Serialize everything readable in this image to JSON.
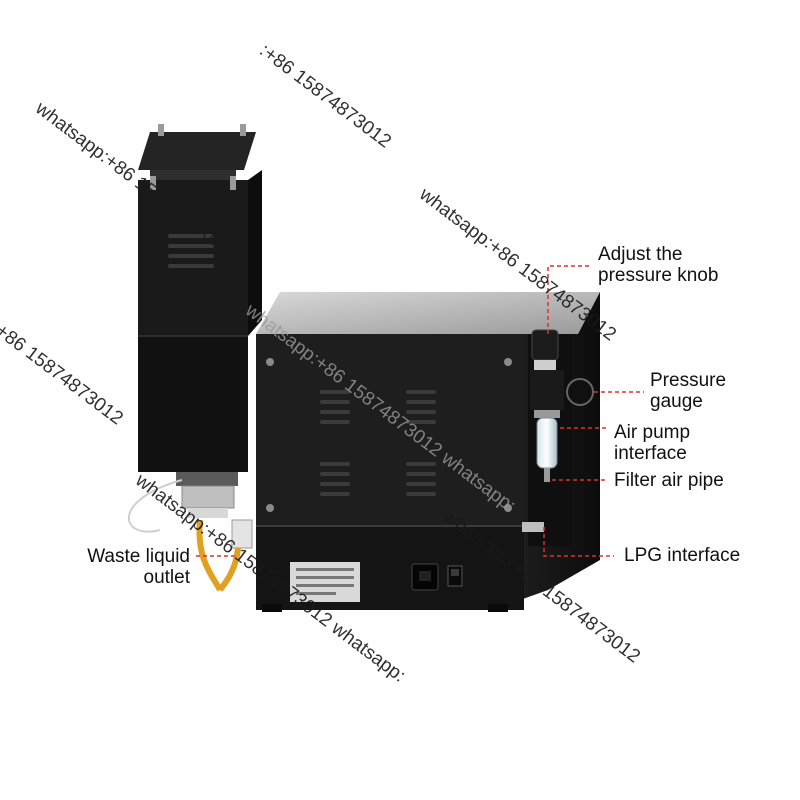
{
  "labels": {
    "pressure_knob_line1": "Adjust the",
    "pressure_knob_line2": "pressure knob",
    "pressure_gauge_line1": "Pressure",
    "pressure_gauge_line2": "gauge",
    "air_pump_line1": "Air pump",
    "air_pump_line2": "interface",
    "filter_air_pipe": "Filter air pipe",
    "lpg_interface": "LPG interface",
    "waste_liquid_line1": "Waste liquid",
    "waste_liquid_line2": "outlet"
  },
  "watermark": {
    "full": "whatsapp:+86 15874873012",
    "number": "+86 15874873012",
    "prefix": "whatsapp:",
    "fragment_a": ":+86 15874873012",
    "fragment_b": "whatsapp:+86 15874873012 whatsapp:",
    "fragment_c": "whatsapp:+86 15874873012 whatsapp:"
  },
  "colors": {
    "body": "#161616",
    "panel": "#202020",
    "callout_line": "#d9342b",
    "label_text": "#111111"
  }
}
